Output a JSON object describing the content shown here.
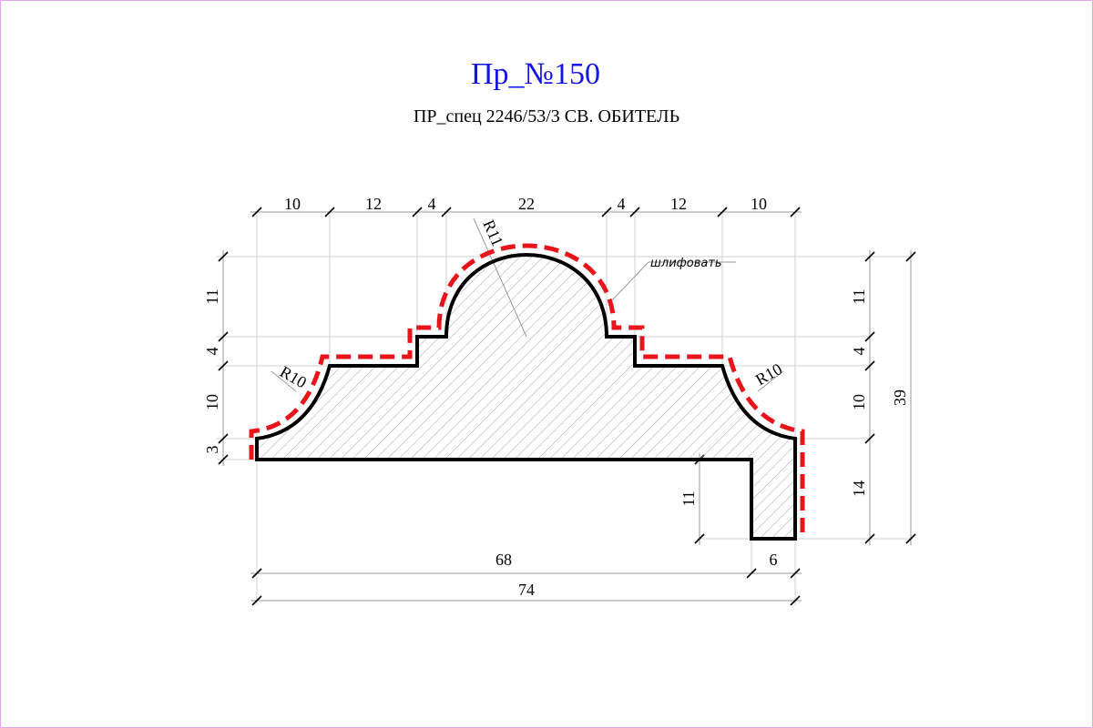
{
  "drawing": {
    "title": "Пр_№150",
    "subtitle": "ПР_спец 2246/53/3 СВ. ОБИТЕЛЬ",
    "note": "шлифовать"
  },
  "dimensions": {
    "top": [
      "10",
      "12",
      "4",
      "22",
      "4",
      "12",
      "10"
    ],
    "left": [
      "11",
      "4",
      "10",
      "3"
    ],
    "right": [
      "11",
      "4",
      "10",
      "14"
    ],
    "overall_height": "39",
    "leg_height": "11",
    "bottom_length": "68",
    "leg_width": "6",
    "overall_length": "74",
    "radius_top": "R11",
    "radius_left": "R10",
    "radius_right": "R10"
  },
  "colors": {
    "title": "#1414e6",
    "finish_line": "#e8141a",
    "frame": "#e7a6ea"
  }
}
